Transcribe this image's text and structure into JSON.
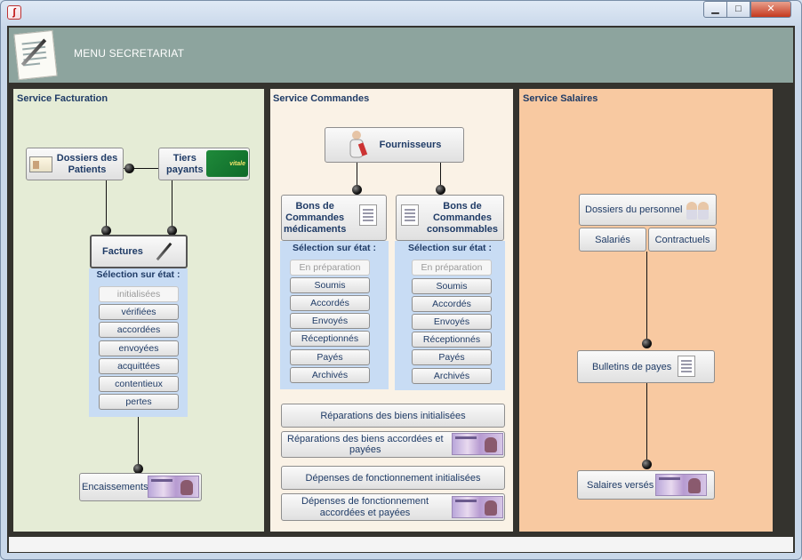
{
  "window": {
    "controls": {
      "minimize": "▁",
      "maximize": "□",
      "close": "✕"
    }
  },
  "header": {
    "title": "MENU SECRETARIAT"
  },
  "facturation": {
    "title": "Service Facturation",
    "dossiers": "Dossiers des\nPatients",
    "tiers": "Tiers\npayants",
    "vitale_text": "vitale",
    "factures": "Factures",
    "selection_label": "Sélection sur état :",
    "states": [
      "initialisées",
      "vérifiées",
      "accordées",
      "envoyées",
      "acquittées",
      "contentieux",
      "pertes"
    ],
    "encaissements": "Encaissements"
  },
  "commandes": {
    "title": "Service Commandes",
    "fournisseurs": "Fournisseurs",
    "bons_medicaments": "Bons de\nCommandes\nmédicaments",
    "bons_consommables": "Bons de\nCommandes\nconsommables",
    "selection_label": "Sélection sur état :",
    "states": [
      "En préparation",
      "Soumis",
      "Accordés",
      "Envoyés",
      "Réceptionnés",
      "Payés",
      "Archivés"
    ],
    "reparations_init": "Réparations des biens initialisées",
    "reparations_acc": "Réparations des biens accordées et\npayées",
    "depenses_init": "Dépenses de fonctionnement initialisées",
    "depenses_acc": "Dépenses de fonctionnement\naccordées et payées"
  },
  "salaires": {
    "title": "Service Salaires",
    "dossiers_personnel": "Dossiers du personnel",
    "salaries": "Salariés",
    "contractuels": "Contractuels",
    "bulletins": "Bulletins de payes",
    "verses": "Salaires versés"
  }
}
